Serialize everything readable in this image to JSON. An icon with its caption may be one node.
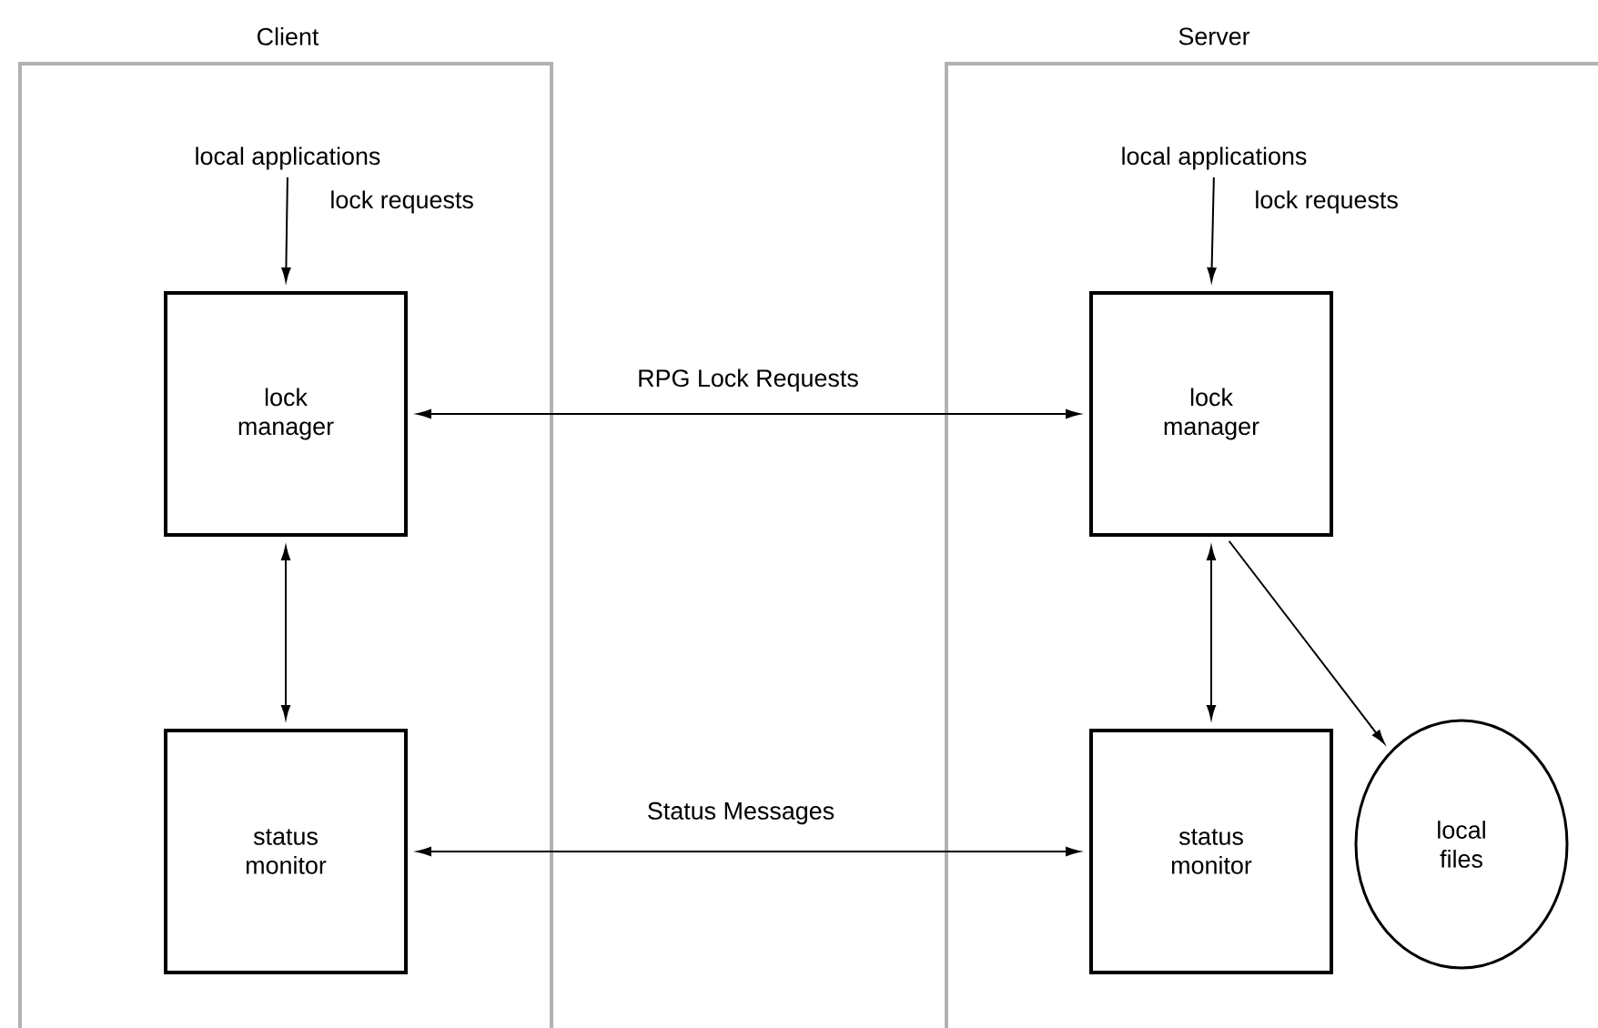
{
  "diagram": {
    "nodes": [
      {
        "text": [
          "Client"
        ]
      },
      {
        "text": [
          "local applications"
        ],
        "in": 0
      },
      {
        "text": [
          "lock manager"
        ],
        "in": 0
      },
      {
        "text": [
          "status monitor"
        ],
        "in": 0
      },
      {
        "text": [
          "Server"
        ]
      },
      {
        "text": [
          "local applications"
        ],
        "in": 4
      },
      {
        "text": [
          "lock manager"
        ],
        "in": 4
      },
      {
        "text": [
          "status monitor"
        ],
        "in": 4
      },
      {
        "text": [
          "local files"
        ],
        "in": 4
      }
    ],
    "edges": [
      {
        "from": 1,
        "to": 2,
        "arrow": "to",
        "label": "lock requests"
      },
      {
        "from": 2,
        "to": 3,
        "arrow": "both"
      },
      {
        "from": 2,
        "to": 6,
        "arrow": "both",
        "label": "RPG Lock Requests"
      },
      {
        "from": 3,
        "to": 7,
        "arrow": "both",
        "label": "Status Messages"
      },
      {
        "from": 5,
        "to": 6,
        "arrow": "to",
        "label": "lock requests"
      },
      {
        "from": 6,
        "to": 7,
        "arrow": "both"
      },
      {
        "from": 6,
        "to": 8,
        "arrow": "to"
      }
    ]
  }
}
